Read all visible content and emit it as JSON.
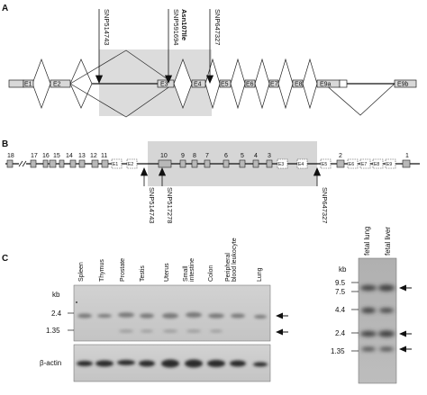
{
  "panels": {
    "a": "A",
    "b": "B",
    "c": "C"
  },
  "panel_a": {
    "exons": [
      "E1",
      "E2",
      "E3",
      "E4",
      "E5",
      "E6",
      "E7",
      "E8",
      "E9a",
      "E9b"
    ],
    "snps": [
      "SNP514743",
      "SNP591694",
      "Asn107Ile",
      "SNP647327"
    ]
  },
  "panel_b": {
    "exon_numbers": [
      "18",
      "17",
      "16",
      "15",
      "14",
      "13",
      "12",
      "11",
      "10",
      "9",
      "8",
      "7",
      "6",
      "5",
      "4",
      "3",
      "2",
      "1"
    ],
    "dashed_labels": [
      "E1",
      "E2",
      "E3",
      "E4",
      "E5",
      "E6",
      "E7",
      "E8",
      "E9"
    ],
    "snps_below": [
      "SNP514743",
      "SNP517278",
      "SNP647327"
    ]
  },
  "panel_c": {
    "left_blot": {
      "kb_label": "kb",
      "markers": [
        "2.4",
        "1.35"
      ],
      "lanes": [
        "Spleen",
        "Thymus",
        "Prostate",
        "Testis",
        "Uterus",
        "Small intestine",
        "Colon",
        "Peripheral blood leukocyte",
        "Lung"
      ],
      "control": "β-actin"
    },
    "right_blot": {
      "kb_label": "kb",
      "markers": [
        "9.5",
        "7.5",
        "4.4",
        "2.4",
        "1.35"
      ],
      "lanes": [
        "fetal lung",
        "fetal liver"
      ]
    }
  }
}
